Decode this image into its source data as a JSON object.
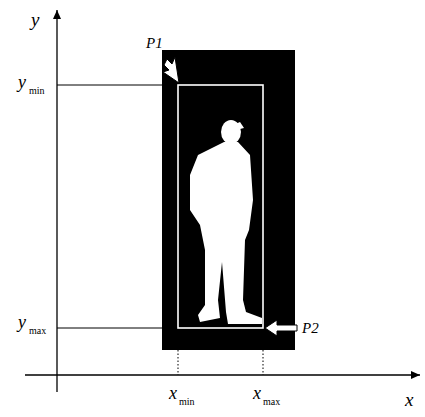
{
  "diagram": {
    "labels": [
      "y",
      "x",
      "P1",
      "P2",
      "y",
      "min",
      "y",
      "max",
      "x",
      "min",
      "x",
      "max"
    ]
  }
}
